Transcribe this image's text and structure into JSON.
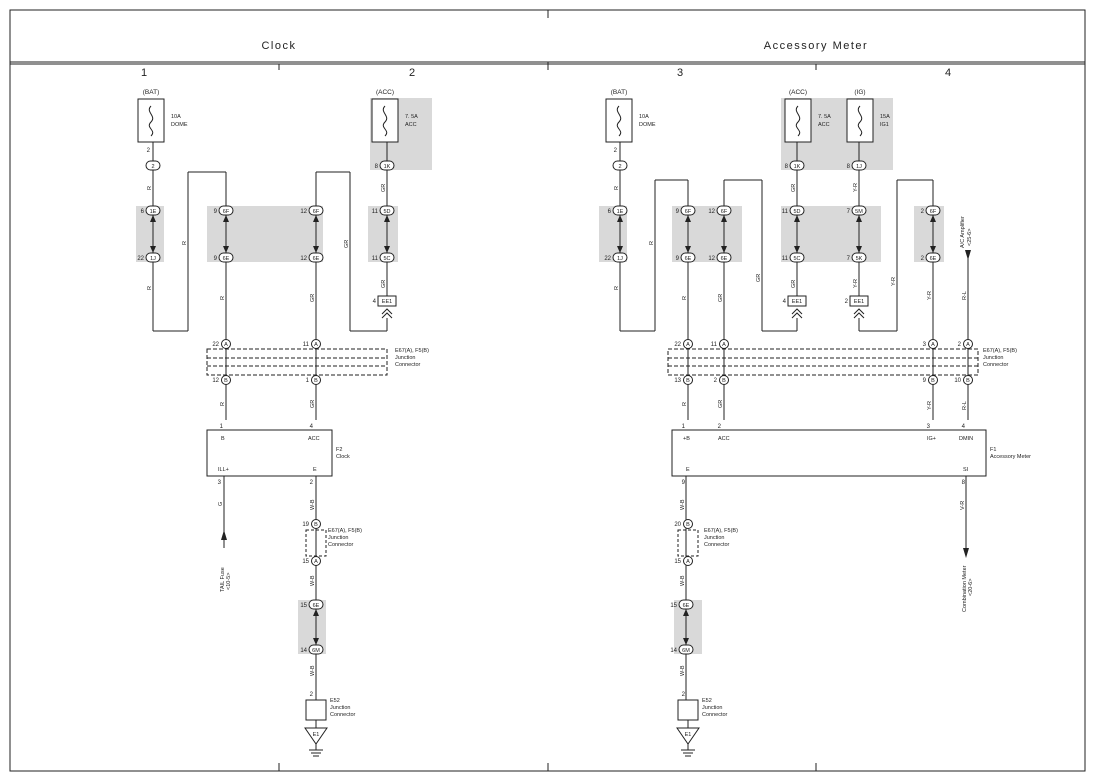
{
  "sections": [
    {
      "title": "Clock"
    },
    {
      "title": "Accessory Meter"
    }
  ],
  "columns": [
    "1",
    "2",
    "3",
    "4"
  ],
  "fuses": [
    {
      "group": "(BAT)",
      "rating": "10A",
      "name": "DOME",
      "pin": "2",
      "conn": "2"
    },
    {
      "group": "(ACC)",
      "rating": "7. 5A",
      "name": "ACC",
      "pin": "8",
      "conn": "1K"
    },
    {
      "group": "(BAT)",
      "rating": "10A",
      "name": "DOME",
      "pin": "2",
      "conn": "2"
    },
    {
      "group": "(ACC)",
      "rating": "7. 5A",
      "name": "ACC",
      "pin": "8",
      "conn": "1K"
    },
    {
      "group": "(IG)",
      "rating": "15A",
      "name": "IG1",
      "pin": "8",
      "conn": "1J"
    }
  ],
  "wire_colors": [
    "R",
    "GR",
    "W-B",
    "G",
    "Y-R",
    "R-L",
    "V-R"
  ],
  "connectors": [
    "1E",
    "1J",
    "6F",
    "6E",
    "5D",
    "5C",
    "5M",
    "5K",
    "6M",
    "EE1",
    "A",
    "B"
  ],
  "pins": [
    "1",
    "2",
    "3",
    "4",
    "6",
    "7",
    "8",
    "9",
    "10",
    "11",
    "12",
    "13",
    "14",
    "15",
    "19",
    "20",
    "22"
  ],
  "junction": {
    "id": "E67(A), F5(B)",
    "line1": "Junction",
    "line2": "Connector"
  },
  "ground_junction": {
    "id": "E52",
    "line1": "Junction",
    "line2": "Connector",
    "pin": "2",
    "ground": "E1"
  },
  "components": [
    {
      "id": "F2",
      "name": "Clock",
      "pins": [
        "B",
        "ACC",
        "ILL+",
        "E"
      ]
    },
    {
      "id": "F1",
      "name": "Accessory Meter",
      "pins": [
        "+B",
        "ACC",
        "IG+",
        "DMIN",
        "E",
        "SI"
      ]
    }
  ],
  "offpage": [
    {
      "name": "TAIL Fuse",
      "ref": "<10-5>"
    },
    {
      "name": "A/C Amplifier",
      "ref": "<25-6>"
    },
    {
      "name": "Combination Meter",
      "ref": "<20-6>"
    }
  ]
}
